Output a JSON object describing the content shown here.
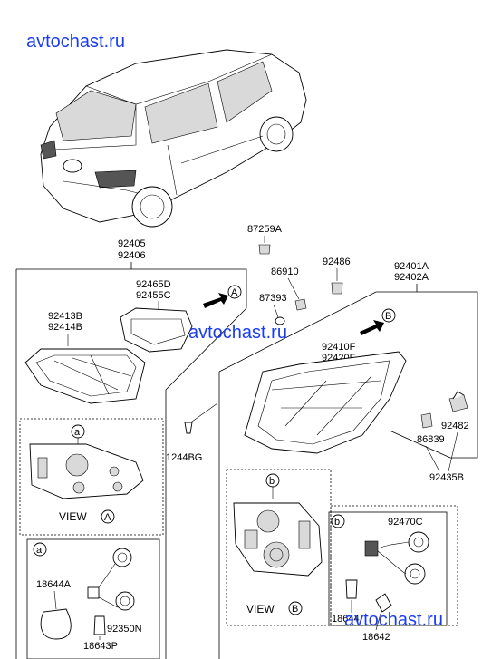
{
  "watermarks": [
    "avtochast.ru",
    "avtochast.ru",
    "avtochast.ru"
  ],
  "labels": {
    "p87259A": "87259A",
    "p92405": "92405",
    "p92406": "92406",
    "p92465D": "92465D",
    "p92455C": "92455C",
    "p92413B": "92413B",
    "p92414B": "92414B",
    "p86910": "86910",
    "p87393": "87393",
    "p92486": "92486",
    "p92401A": "92401A",
    "p92402A": "92402A",
    "p92410F": "92410F",
    "p92420F": "92420F",
    "p1244BG": "1244BG",
    "p86839": "86839",
    "p92482": "92482",
    "p92435B": "92435B",
    "p92470C": "92470C",
    "p18644A": "18644A",
    "p92350N": "92350N",
    "p18643P": "18643P",
    "p18644": "18644",
    "p18642": "18642"
  },
  "callouts": {
    "A": "A",
    "B": "B",
    "a": "a",
    "b": "b"
  },
  "views": {
    "view_a": "VIEW",
    "view_b": "VIEW"
  }
}
